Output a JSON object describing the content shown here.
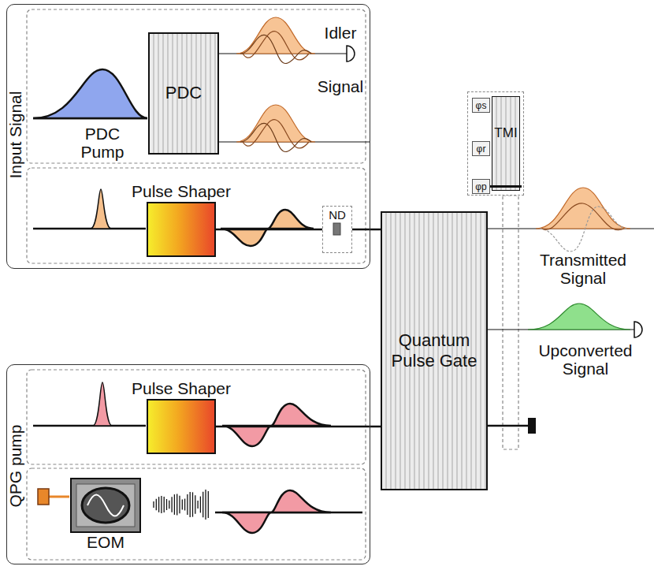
{
  "diagram": {
    "nodes": [
      {
        "text": [
          "Input Signal"
        ]
      },
      {
        "text": [
          "PDC"
        ],
        "in": 0
      },
      {
        "text": [
          "Pulse Shaper"
        ],
        "in": 0
      },
      {
        "text": [
          "ND"
        ],
        "in": 0
      },
      {
        "text": [
          "TMI"
        ]
      },
      {
        "text": [
          "φs"
        ],
        "in": 4
      },
      {
        "text": [
          "φr"
        ],
        "in": 4
      },
      {
        "text": [
          "φp"
        ],
        "in": 4
      },
      {
        "text": [
          "Quantum Pulse Gate"
        ]
      },
      {
        "text": [
          "QPG pump"
        ]
      },
      {
        "text": [
          "Pulse Shaper"
        ],
        "in": 9
      },
      {
        "text": [
          "EOM"
        ],
        "in": 9
      }
    ],
    "edges": [
      {
        "from": 2,
        "to": 3,
        "arrow": "none"
      },
      {
        "from": 3,
        "to": 8,
        "arrow": "none"
      },
      {
        "from": 10,
        "to": 8,
        "arrow": "none"
      }
    ],
    "labels": [
      "Idler",
      "Signal",
      "PDC Pump",
      "Transmitted Signal",
      "Upconverted Signal"
    ]
  }
}
